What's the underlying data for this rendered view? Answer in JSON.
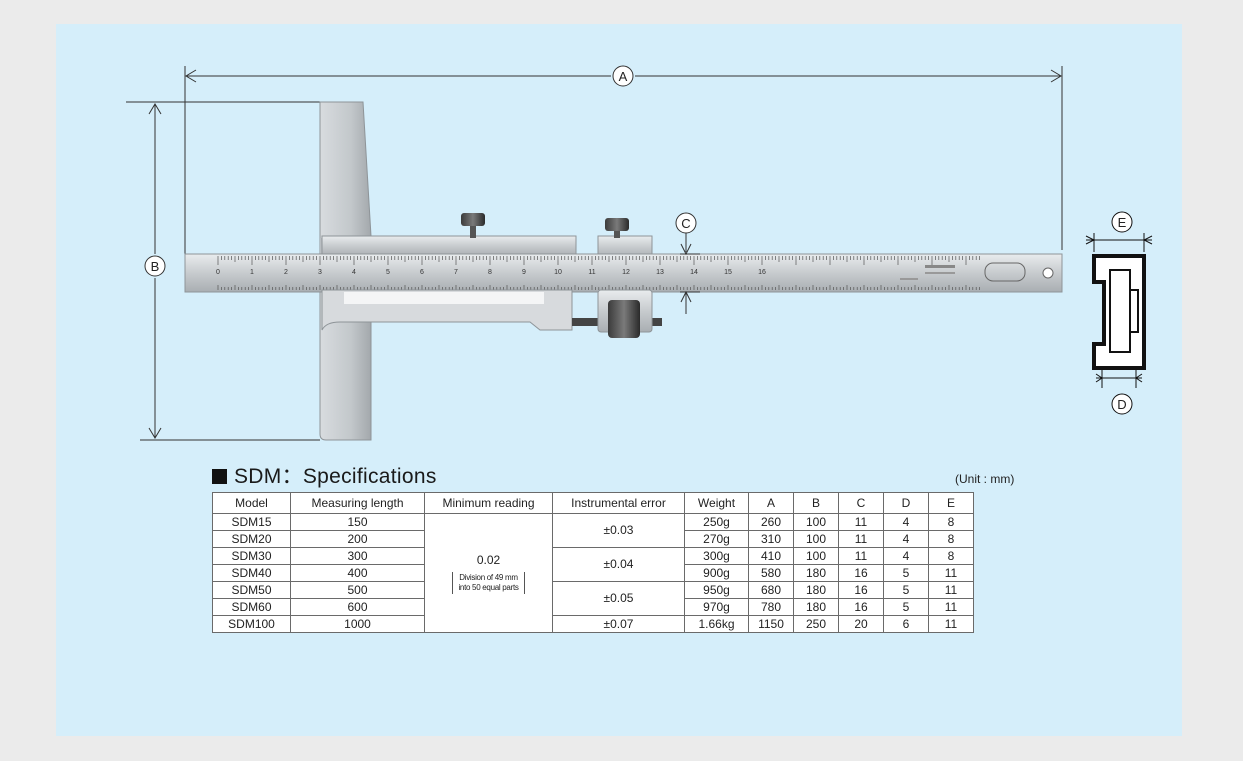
{
  "labels": {
    "a": "A",
    "b": "B",
    "c": "C",
    "d": "D",
    "e": "E"
  },
  "scale_numbers": [
    "0",
    "1",
    "2",
    "3",
    "4",
    "5",
    "6",
    "7",
    "8",
    "9",
    "10",
    "11",
    "12",
    "13",
    "14",
    "15",
    "16"
  ],
  "spec": {
    "title": "SDM：Specifications",
    "unit": "(Unit : mm)",
    "headers": [
      "Model",
      "Measuring length",
      "Minimum reading",
      "Instrumental error",
      "Weight",
      "A",
      "B",
      "C",
      "D",
      "E"
    ],
    "min_reading_value": "0.02",
    "min_reading_note_line1": "Division of 49 mm",
    "min_reading_note_line2": "into 50 equal parts",
    "errors": [
      "±0.03",
      "±0.04",
      "±0.05",
      "±0.07"
    ],
    "rows": [
      {
        "model": "SDM15",
        "length": "150",
        "weight": "250g",
        "a": "260",
        "b": "100",
        "c": "11",
        "d": "4",
        "e": "8"
      },
      {
        "model": "SDM20",
        "length": "200",
        "weight": "270g",
        "a": "310",
        "b": "100",
        "c": "11",
        "d": "4",
        "e": "8"
      },
      {
        "model": "SDM30",
        "length": "300",
        "weight": "300g",
        "a": "410",
        "b": "100",
        "c": "11",
        "d": "4",
        "e": "8"
      },
      {
        "model": "SDM40",
        "length": "400",
        "weight": "900g",
        "a": "580",
        "b": "180",
        "c": "16",
        "d": "5",
        "e": "11"
      },
      {
        "model": "SDM50",
        "length": "500",
        "weight": "950g",
        "a": "680",
        "b": "180",
        "c": "16",
        "d": "5",
        "e": "11"
      },
      {
        "model": "SDM60",
        "length": "600",
        "weight": "970g",
        "a": "780",
        "b": "180",
        "c": "16",
        "d": "5",
        "e": "11"
      },
      {
        "model": "SDM100",
        "length": "1000",
        "weight": "1.66kg",
        "a": "1150",
        "b": "250",
        "c": "20",
        "d": "6",
        "e": "11"
      }
    ]
  }
}
